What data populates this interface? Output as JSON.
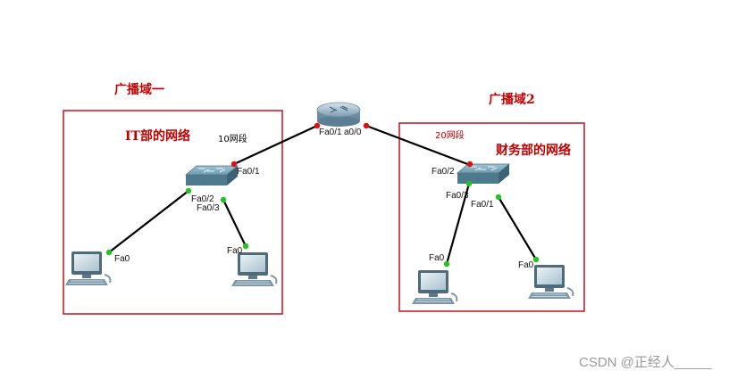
{
  "colors": {
    "region_border": "#cc1f2a",
    "title_red": "#c00000",
    "link": "#000000",
    "port_up": "#22c422",
    "port_down": "#e01010"
  },
  "regions": {
    "left": {
      "title": "广播域一",
      "subtitle": "IT部的网络",
      "network": "10网段"
    },
    "right": {
      "title": "广播域2",
      "subtitle": "财务部的网络",
      "network": "20网段"
    }
  },
  "router": {
    "ports": {
      "left": "Fa0/1",
      "right": "a0/0"
    }
  },
  "left_switch": {
    "ports": {
      "uplink": "Fa0/1",
      "pc1": "Fa0/2",
      "pc2": "Fa0/3"
    }
  },
  "right_switch": {
    "ports": {
      "uplink": "Fa0/2",
      "pc1": "Fa0/3",
      "pc2": "Fa0/1"
    }
  },
  "pcs": {
    "it_pc1": "Fa0",
    "it_pc2": "Fa0",
    "fin_pc1": "Fa0",
    "fin_pc2": "Fa0"
  },
  "watermark": "CSDN @正经人_____",
  "icons": [
    "router-icon",
    "switch-icon",
    "pc-icon"
  ]
}
